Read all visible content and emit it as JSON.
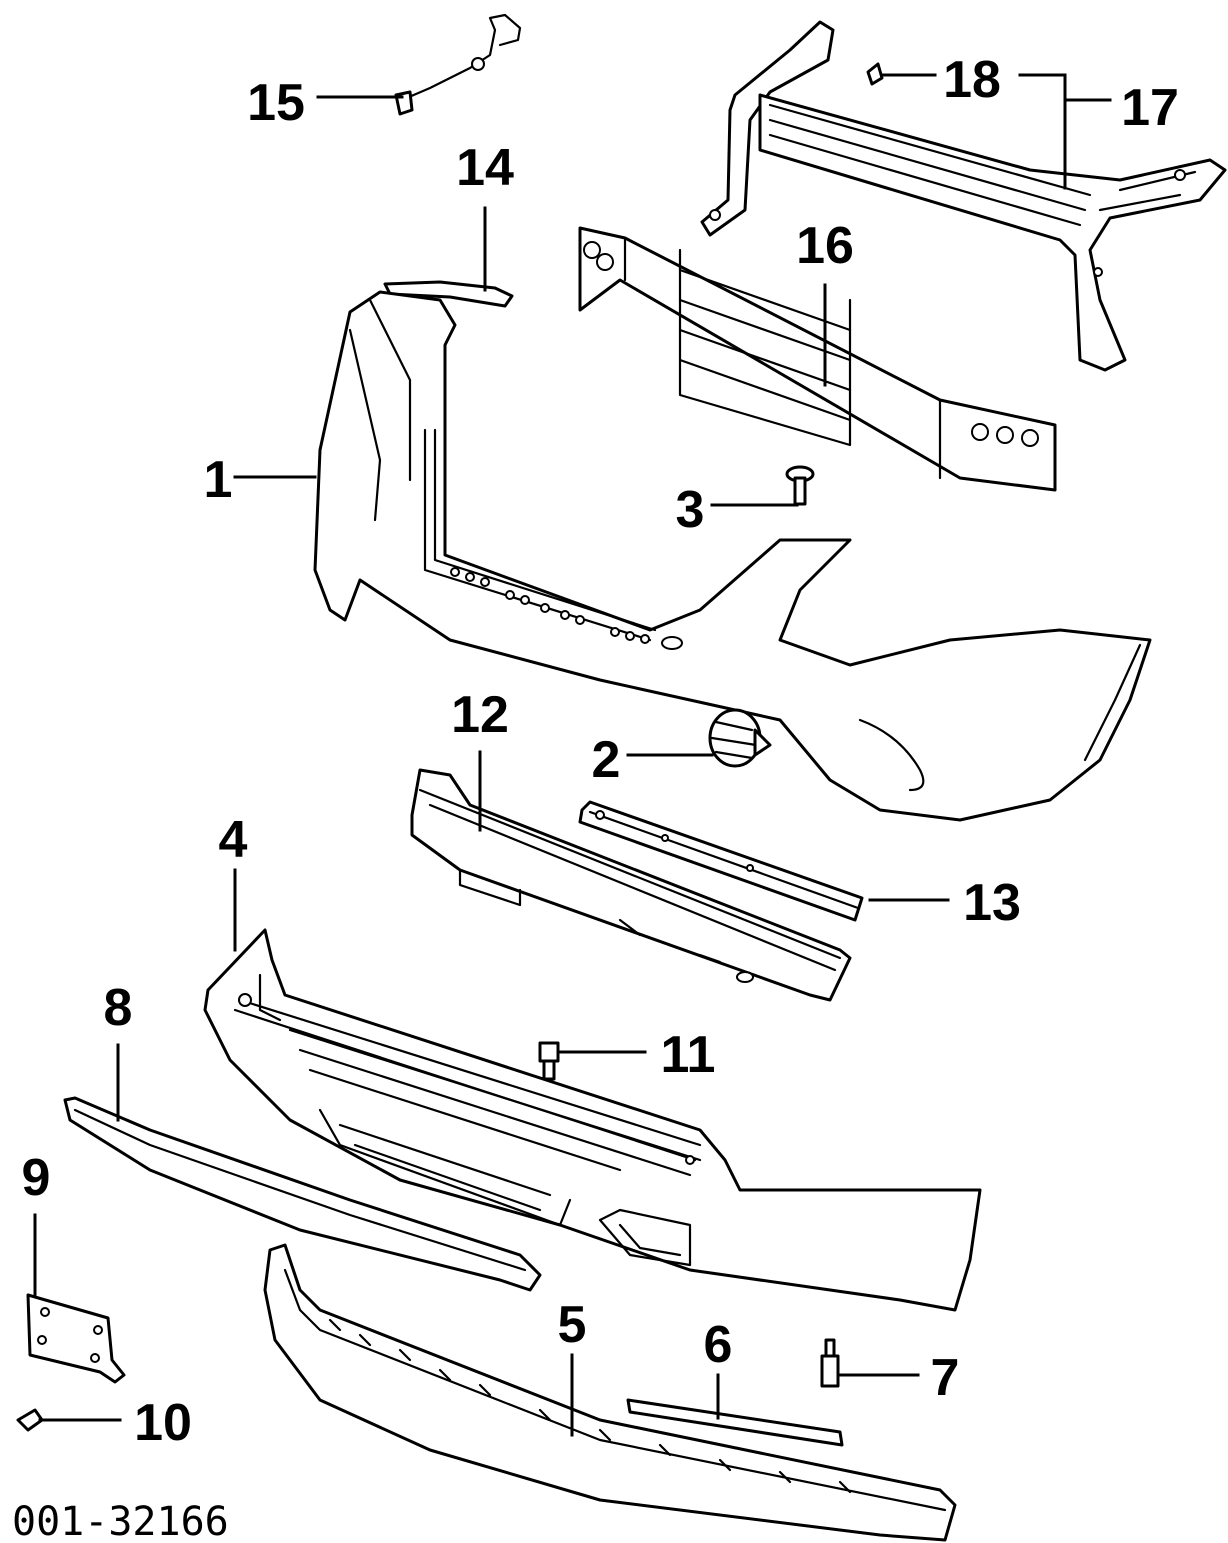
{
  "diagram": {
    "callouts": [
      "1",
      "2",
      "3",
      "4",
      "5",
      "6",
      "7",
      "8",
      "9",
      "10",
      "11",
      "12",
      "13",
      "14",
      "15",
      "16",
      "17",
      "18"
    ],
    "code": "001-32166"
  }
}
